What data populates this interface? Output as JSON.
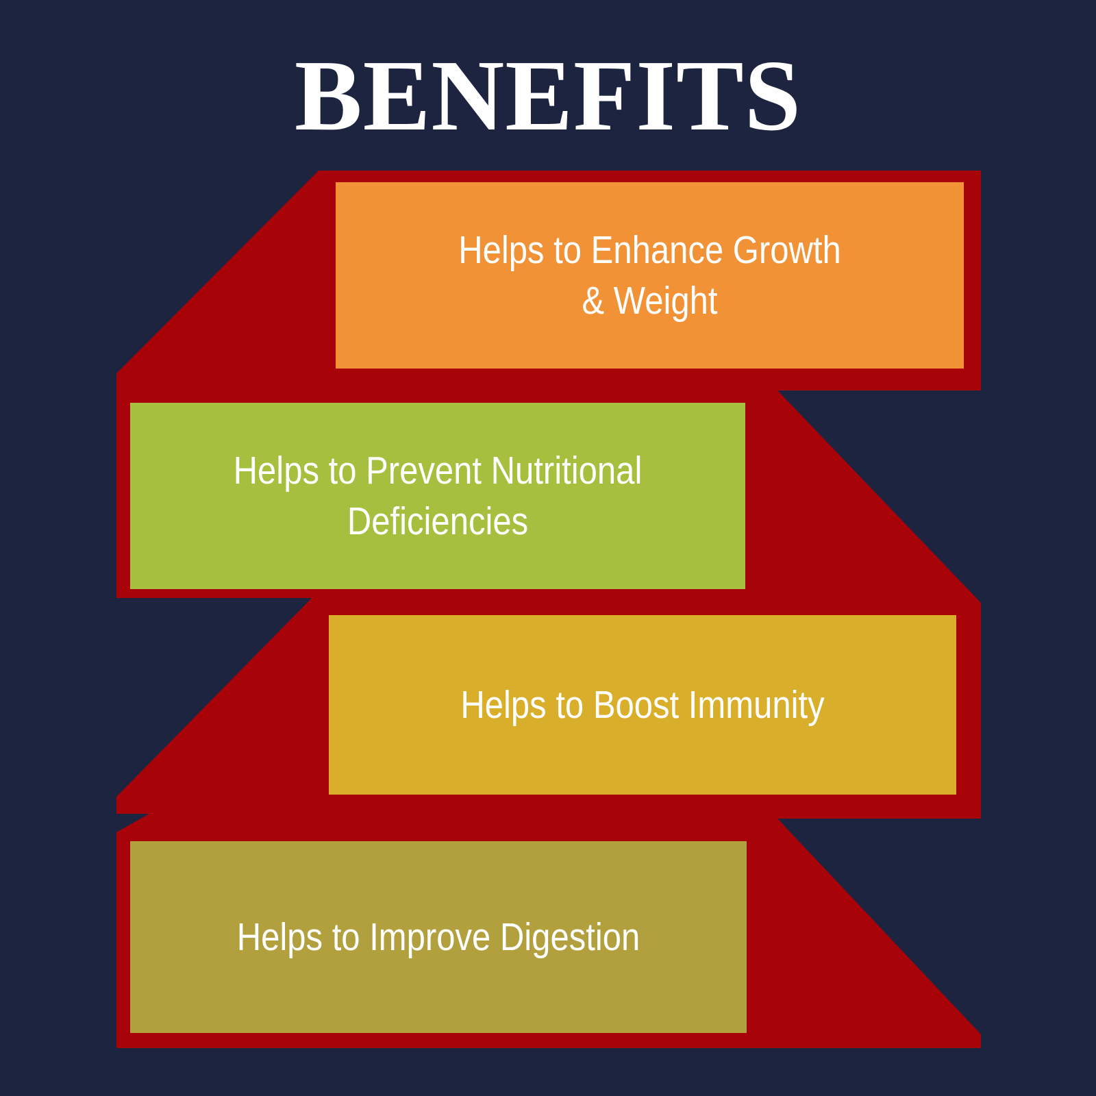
{
  "title": "BENEFITS",
  "colors": {
    "background": "#1c2440",
    "ribbon": "#a80309",
    "title_text": "#ffffff",
    "box_text": "#ffffff"
  },
  "benefits": [
    {
      "index": 1,
      "label": "Helps to Enhance Growth\n& Weight",
      "color": "#f29237"
    },
    {
      "index": 2,
      "label": "Helps to Prevent Nutritional\nDeficiencies",
      "color": "#a6bf3e"
    },
    {
      "index": 3,
      "label": "Helps to Boost Immunity",
      "color": "#d9ae2b"
    },
    {
      "index": 4,
      "label": "Helps to Improve Digestion",
      "color": "#b2a03f"
    }
  ]
}
